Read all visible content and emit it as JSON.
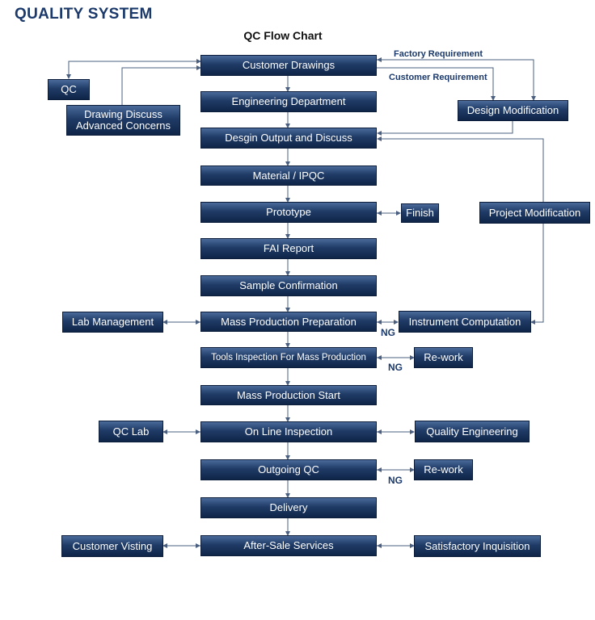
{
  "header": {
    "title": "QUALITY SYSTEM"
  },
  "chart": {
    "title": "QC Flow Chart"
  },
  "main_steps": [
    "Customer Drawings",
    "Engineering Department",
    "Desgin Output and Discuss",
    "Material / IPQC",
    "Prototype",
    "FAI Report",
    "Sample Confirmation",
    "Mass Production Preparation",
    "Tools Inspection For Mass Production",
    "Mass Production Start",
    "On Line Inspection",
    "Outgoing QC",
    "Delivery",
    "After-Sale Services"
  ],
  "side_boxes": {
    "qc": "QC",
    "drawing_discuss": "Drawing Discuss\nAdvanced Concerns",
    "design_modification": "Design Modification",
    "finish": "Finish",
    "project_modification": "Project Modification",
    "lab_management": "Lab Management",
    "instrument_computation": "Instrument Computation",
    "rework_1": "Re-work",
    "qc_lab": "QC Lab",
    "quality_engineering": "Quality Engineering",
    "rework_2": "Re-work",
    "customer_visting": "Customer Visting",
    "satisfactory_inquisition": "Satisfactory Inquisition"
  },
  "labels": {
    "factory_requirement": "Factory Requirement",
    "customer_requirement": "Customer Requirement",
    "ng_1": "NG",
    "ng_2": "NG",
    "ng_3": "NG"
  },
  "colors": {
    "box_dark": "#0f2548",
    "box_light": "#4a6a9a",
    "line": "#4a5f80",
    "title": "#1b3a6b"
  }
}
